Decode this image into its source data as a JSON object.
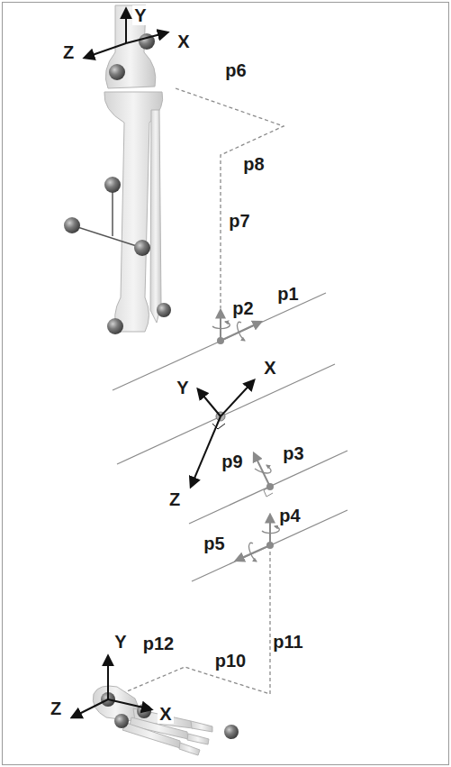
{
  "diagram": {
    "labels": [
      "Y",
      "Z",
      "X",
      "p6",
      "p8",
      "p7",
      "p2",
      "p1",
      "Y",
      "X",
      "Z",
      "p9",
      "p3",
      "p4",
      "p5",
      "p11",
      "p12",
      "p10",
      "Y",
      "Z",
      "X"
    ]
  }
}
